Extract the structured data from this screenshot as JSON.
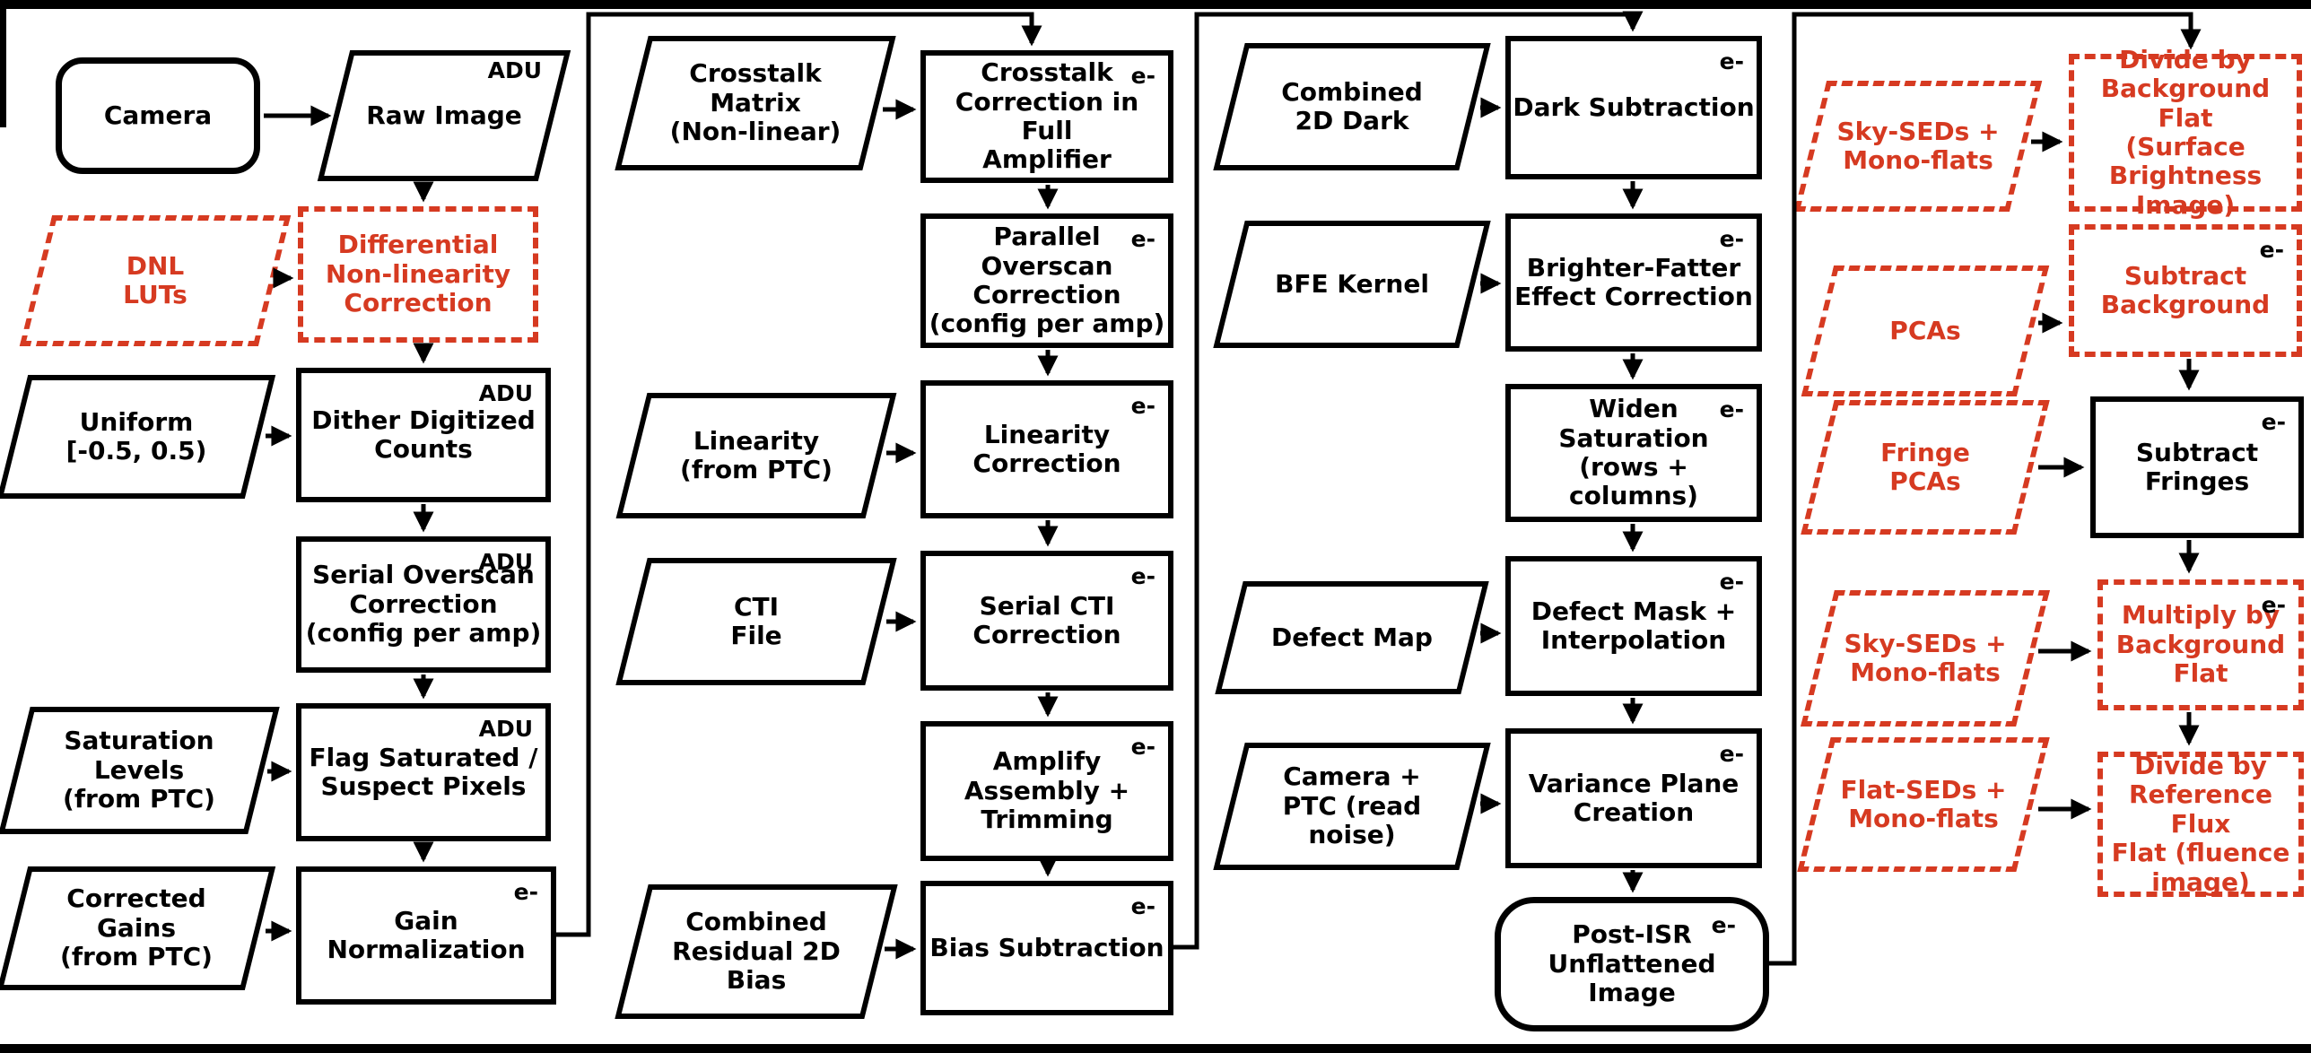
{
  "diagram": {
    "colors": {
      "accent_red": "#d63a21",
      "stroke_black": "#000000",
      "background": "#ffffff"
    },
    "units": {
      "adu": "ADU",
      "electron": "e-"
    }
  },
  "nodes": {
    "camera": {
      "label": "Camera",
      "shape": "rounded-rect",
      "variant": "solid-black"
    },
    "raw_image": {
      "label": "Raw Image",
      "unit": "ADU",
      "shape": "parallelogram",
      "variant": "solid-black"
    },
    "dnl_luts": {
      "label": "DNL\nLUTs",
      "shape": "parallelogram",
      "variant": "dashed-red"
    },
    "dnl_correction": {
      "label": "Differential\nNon-linearity\nCorrection",
      "shape": "rect",
      "variant": "dashed-red"
    },
    "uniform": {
      "label": "Uniform\n[-0.5, 0.5)",
      "shape": "parallelogram",
      "variant": "solid-black"
    },
    "dither": {
      "label": "Dither Digitized\nCounts",
      "unit": "ADU",
      "shape": "rect",
      "variant": "solid-black"
    },
    "serial_overscan": {
      "label": "Serial Overscan\nCorrection\n(config per amp)",
      "unit": "ADU",
      "shape": "rect",
      "variant": "solid-black"
    },
    "saturation_levels": {
      "label": "Saturation\nLevels\n(from PTC)",
      "shape": "parallelogram",
      "variant": "solid-black"
    },
    "flag_saturated": {
      "label": "Flag Saturated /\nSuspect Pixels",
      "unit": "ADU",
      "shape": "rect",
      "variant": "solid-black"
    },
    "corrected_gains": {
      "label": "Corrected\nGains\n(from PTC)",
      "shape": "parallelogram",
      "variant": "solid-black"
    },
    "gain_normalization": {
      "label": "Gain\nNormalization",
      "unit": "e-",
      "shape": "rect",
      "variant": "solid-black"
    },
    "crosstalk_matrix": {
      "label": "Crosstalk\nMatrix\n(Non-linear)",
      "shape": "parallelogram",
      "variant": "solid-black"
    },
    "crosstalk_correction": {
      "label": "Crosstalk\nCorrection in Full\nAmplifier",
      "unit": "e-",
      "shape": "rect",
      "variant": "solid-black"
    },
    "parallel_overscan": {
      "label": "Parallel Overscan\nCorrection\n(config per amp)",
      "unit": "e-",
      "shape": "rect",
      "variant": "solid-black"
    },
    "linearity_input": {
      "label": "Linearity\n(from PTC)",
      "shape": "parallelogram",
      "variant": "solid-black"
    },
    "linearity_correction": {
      "label": "Linearity\nCorrection",
      "unit": "e-",
      "shape": "rect",
      "variant": "solid-black"
    },
    "cti_file": {
      "label": "CTI\nFile",
      "shape": "parallelogram",
      "variant": "solid-black"
    },
    "serial_cti": {
      "label": "Serial CTI\nCorrection",
      "unit": "e-",
      "shape": "rect",
      "variant": "solid-black"
    },
    "amp_assembly": {
      "label": "Amplify\nAssembly +\nTrimming",
      "unit": "e-",
      "shape": "rect",
      "variant": "solid-black"
    },
    "combined_bias": {
      "label": "Combined\nResidual 2D\nBias",
      "shape": "parallelogram",
      "variant": "solid-black"
    },
    "bias_subtraction": {
      "label": "Bias Subtraction",
      "unit": "e-",
      "shape": "rect",
      "variant": "solid-black"
    },
    "combined_dark": {
      "label": "Combined\n2D Dark",
      "shape": "parallelogram",
      "variant": "solid-black"
    },
    "dark_subtraction": {
      "label": "Dark Subtraction",
      "unit": "e-",
      "shape": "rect",
      "variant": "solid-black"
    },
    "bfe_kernel": {
      "label": "BFE Kernel",
      "shape": "parallelogram",
      "variant": "solid-black"
    },
    "bfe_correction": {
      "label": "Brighter-Fatter\nEffect Correction",
      "unit": "e-",
      "shape": "rect",
      "variant": "solid-black"
    },
    "widen_saturation": {
      "label": "Widen Saturation\n(rows + columns)",
      "unit": "e-",
      "shape": "rect",
      "variant": "solid-black"
    },
    "defect_map": {
      "label": "Defect Map",
      "shape": "parallelogram",
      "variant": "solid-black"
    },
    "defect_mask": {
      "label": "Defect Mask +\nInterpolation",
      "unit": "e-",
      "shape": "rect",
      "variant": "solid-black"
    },
    "camera_ptc": {
      "label": "Camera +\nPTC (read\nnoise)",
      "shape": "parallelogram",
      "variant": "solid-black"
    },
    "variance_plane": {
      "label": "Variance Plane\nCreation",
      "unit": "e-",
      "shape": "rect",
      "variant": "solid-black"
    },
    "post_isr": {
      "label": "Post-ISR\nUnflattened\nImage",
      "unit": "e-",
      "shape": "rounded-rect",
      "variant": "solid-black"
    },
    "sky_seds_1": {
      "label": "Sky-SEDs +\nMono-flats",
      "shape": "parallelogram",
      "variant": "dashed-red"
    },
    "divide_background_flat": {
      "label": "Divide by\nBackground Flat\n(Surface\nBrightness\nImage)",
      "shape": "rect",
      "variant": "dashed-red"
    },
    "pcas": {
      "label": "PCAs",
      "shape": "parallelogram",
      "variant": "dashed-red"
    },
    "subtract_background": {
      "label": "Subtract\nBackground",
      "unit": "e-",
      "shape": "rect",
      "variant": "dashed-red"
    },
    "fringe_pcas": {
      "label": "Fringe\nPCAs",
      "shape": "parallelogram",
      "variant": "dashed-red"
    },
    "subtract_fringes": {
      "label": "Subtract\nFringes",
      "unit": "e-",
      "shape": "rect",
      "variant": "solid-black"
    },
    "sky_seds_2": {
      "label": "Sky-SEDs +\nMono-flats",
      "shape": "parallelogram",
      "variant": "dashed-red"
    },
    "multiply_background_flat": {
      "label": "Multiply by\nBackground\nFlat",
      "unit": "e-",
      "shape": "rect",
      "variant": "dashed-red"
    },
    "flat_seds": {
      "label": "Flat-SEDs +\nMono-flats",
      "shape": "parallelogram",
      "variant": "dashed-red"
    },
    "divide_reference_flux": {
      "label": "Divide by\nReference Flux\nFlat (fluence\nimage)",
      "shape": "rect",
      "variant": "dashed-red"
    }
  }
}
